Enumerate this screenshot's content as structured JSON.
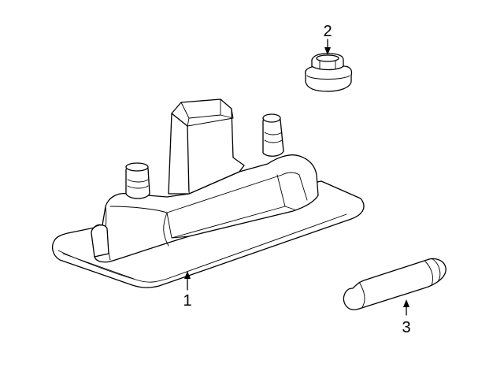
{
  "diagram": {
    "parts": [
      {
        "number": "1",
        "name": "lamp-housing"
      },
      {
        "number": "2",
        "name": "nut"
      },
      {
        "number": "3",
        "name": "bulb"
      }
    ]
  },
  "colors": {
    "line": "#000000",
    "background": "#ffffff"
  }
}
